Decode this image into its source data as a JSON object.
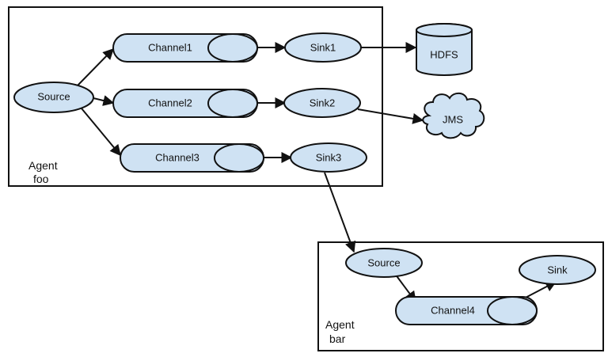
{
  "agents": {
    "foo": {
      "label_line1": "Agent",
      "label_line2": "foo"
    },
    "bar": {
      "label_line1": "Agent",
      "label_line2": "bar"
    }
  },
  "nodes": {
    "source_foo": "Source",
    "channel1": "Channel1",
    "channel2": "Channel2",
    "channel3": "Channel3",
    "sink1": "Sink1",
    "sink2": "Sink2",
    "sink3": "Sink3",
    "hdfs": "HDFS",
    "jms": "JMS",
    "source_bar": "Source",
    "channel4": "Channel4",
    "sink_bar": "Sink"
  },
  "colors": {
    "node_fill": "#cfe2f3",
    "stroke": "#111111"
  }
}
